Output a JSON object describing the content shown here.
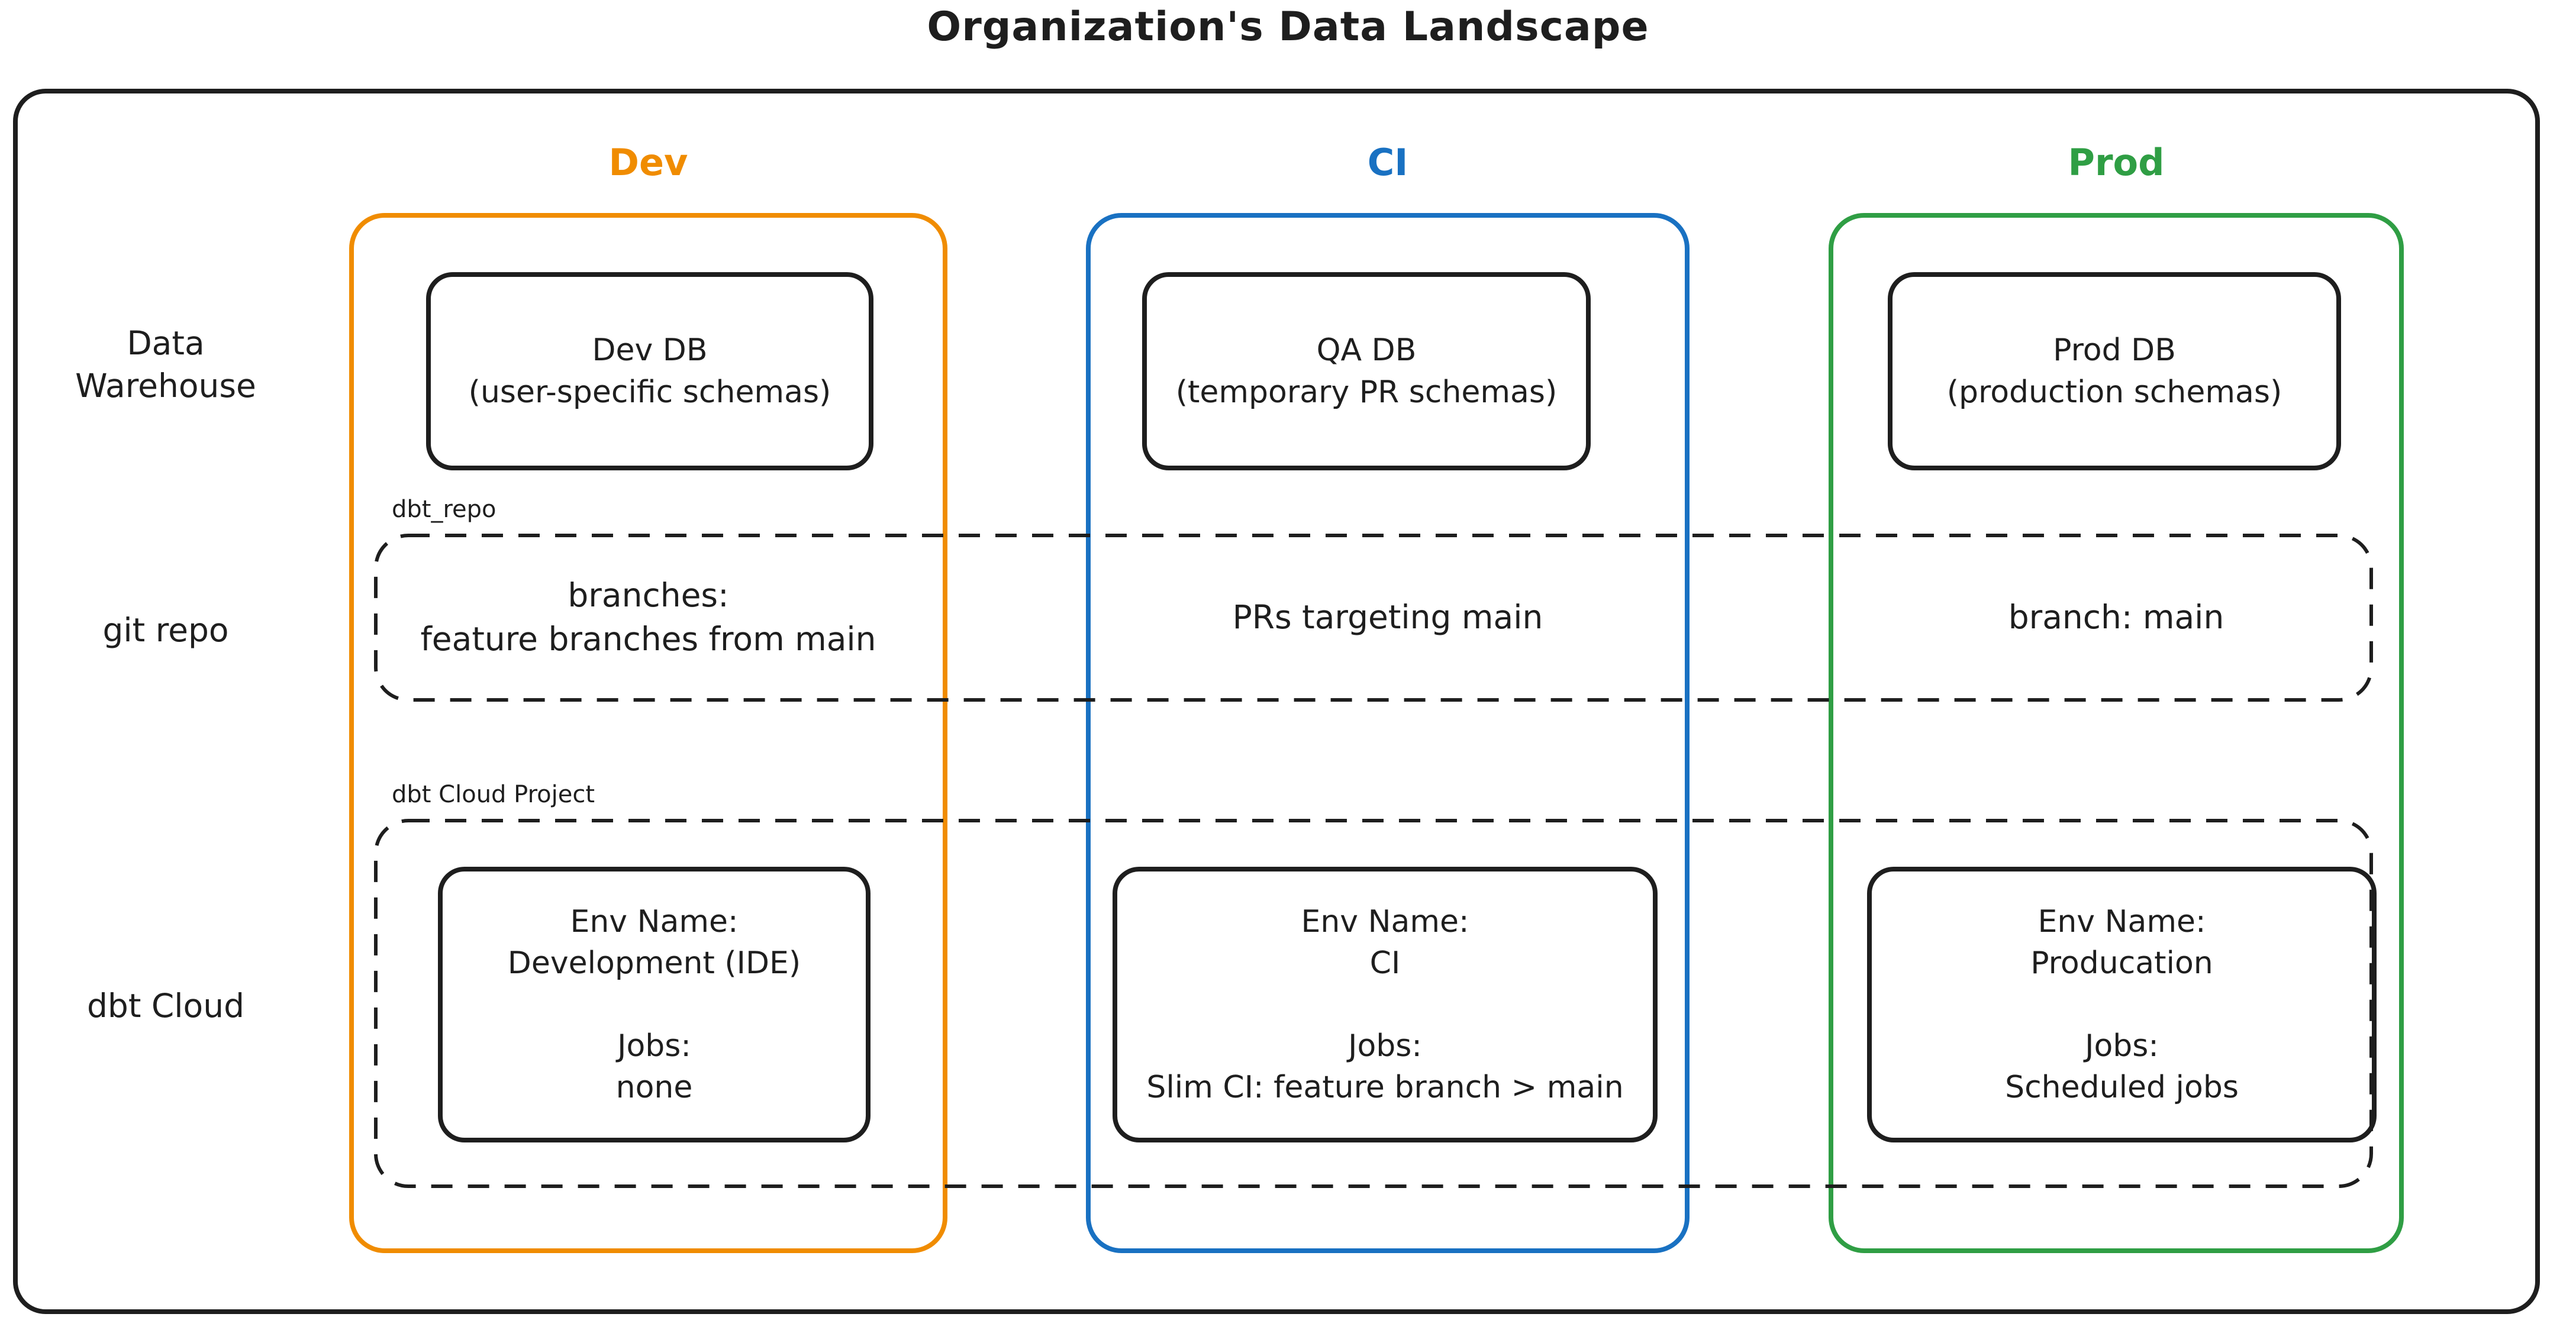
{
  "title": "Organization's Data Landscape",
  "row_labels": {
    "warehouse": "Data\nWarehouse",
    "git_repo": "git repo",
    "dbt_cloud": "dbt Cloud"
  },
  "group_labels": {
    "repo_box": "dbt_repo",
    "cloud_box": "dbt Cloud Project"
  },
  "colors": {
    "dev_accent": "#f08c00",
    "ci_accent": "#1971c2",
    "prod_accent": "#2f9e44",
    "ink": "#1e1e1e"
  },
  "columns": [
    {
      "label": "Dev",
      "db": {
        "name": "Dev DB",
        "detail": "(user-specific schemas)"
      },
      "repo": {
        "line1": "branches:",
        "line2": "feature branches from main"
      },
      "cloud": {
        "env_label": "Env Name:",
        "env_name": "Development (IDE)",
        "jobs_label": "Jobs:",
        "jobs": "none"
      }
    },
    {
      "label": "CI",
      "db": {
        "name": "QA DB",
        "detail": "(temporary PR schemas)"
      },
      "repo": {
        "line1": "PRs targeting main"
      },
      "cloud": {
        "env_label": "Env Name:",
        "env_name": "CI",
        "jobs_label": "Jobs:",
        "jobs": "Slim CI: feature branch > main"
      }
    },
    {
      "label": "Prod",
      "db": {
        "name": "Prod DB",
        "detail": "(production schemas)"
      },
      "repo": {
        "line1": "branch: main"
      },
      "cloud": {
        "env_label": "Env Name:",
        "env_name": "Producation",
        "jobs_label": "Jobs:",
        "jobs": "Scheduled jobs"
      }
    }
  ]
}
